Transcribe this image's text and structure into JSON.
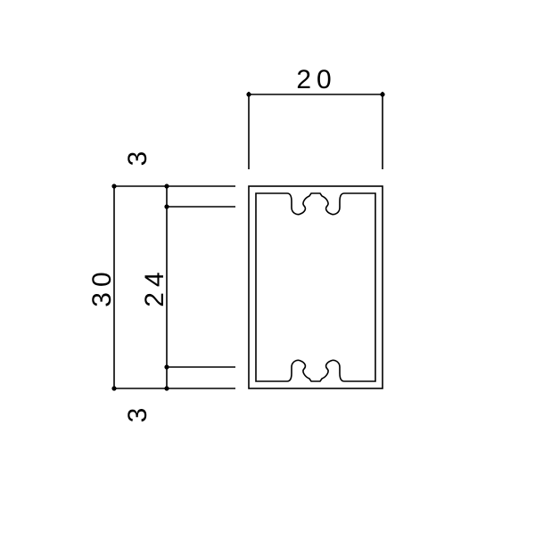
{
  "dimensions": {
    "width_label": "20",
    "outer_height_label": "30",
    "inner_height_label": "24",
    "top_wall_label": "3",
    "bottom_wall_label": "3"
  },
  "colors": {
    "line": "#000000",
    "background": "#ffffff"
  }
}
